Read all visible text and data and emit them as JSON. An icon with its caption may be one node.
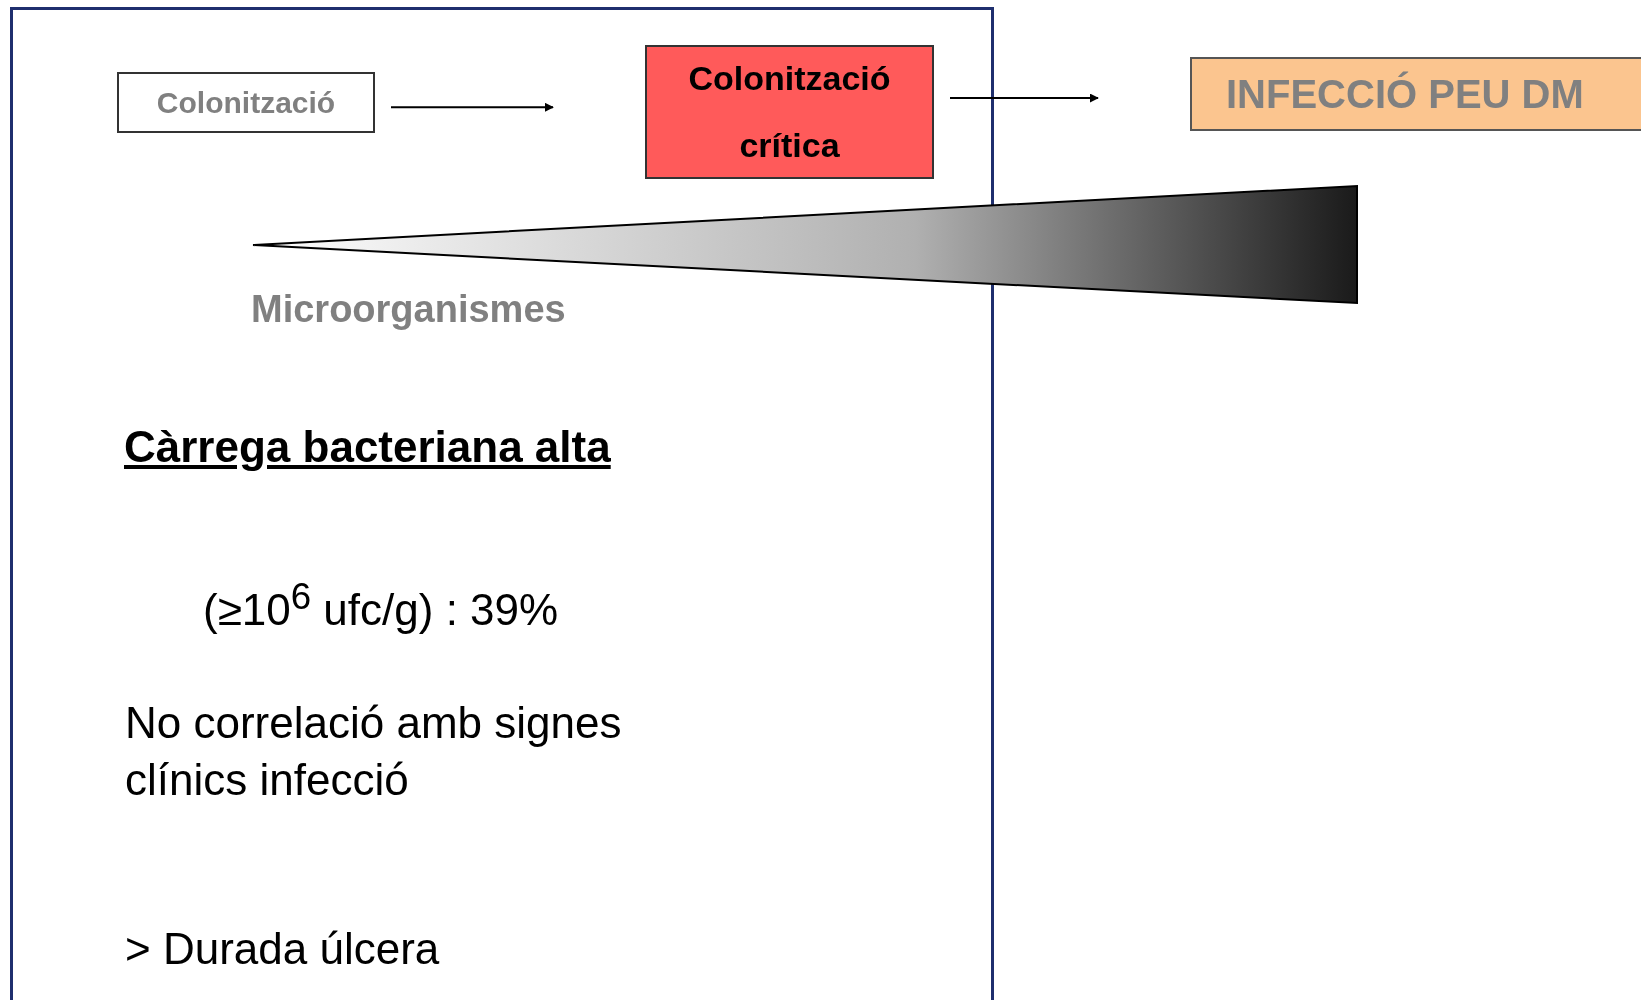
{
  "diagram": {
    "nodes": [
      {
        "text": [
          "Càrrega bacteriana alta",
          "(≥10$^{6}$ ufc/g) : 39%",
          "No correlació amb signes clínics infecció",
          "> Durada úlcera"
        ]
      },
      {
        "text": [
          "Colonització"
        ],
        "in": 0
      },
      {
        "text": [
          "Colonització crítica"
        ],
        "in": 0
      },
      {
        "text": [
          "INFECCIÓ PEU DM"
        ]
      },
      {
        "text": [],
        "shape": "triangle",
        "beside": [
          "Microorganismes"
        ]
      }
    ],
    "edges": [
      {
        "from": 1,
        "to": 2,
        "arrow": "to"
      },
      {
        "from": 2,
        "to": 3,
        "arrow": "to"
      }
    ]
  }
}
